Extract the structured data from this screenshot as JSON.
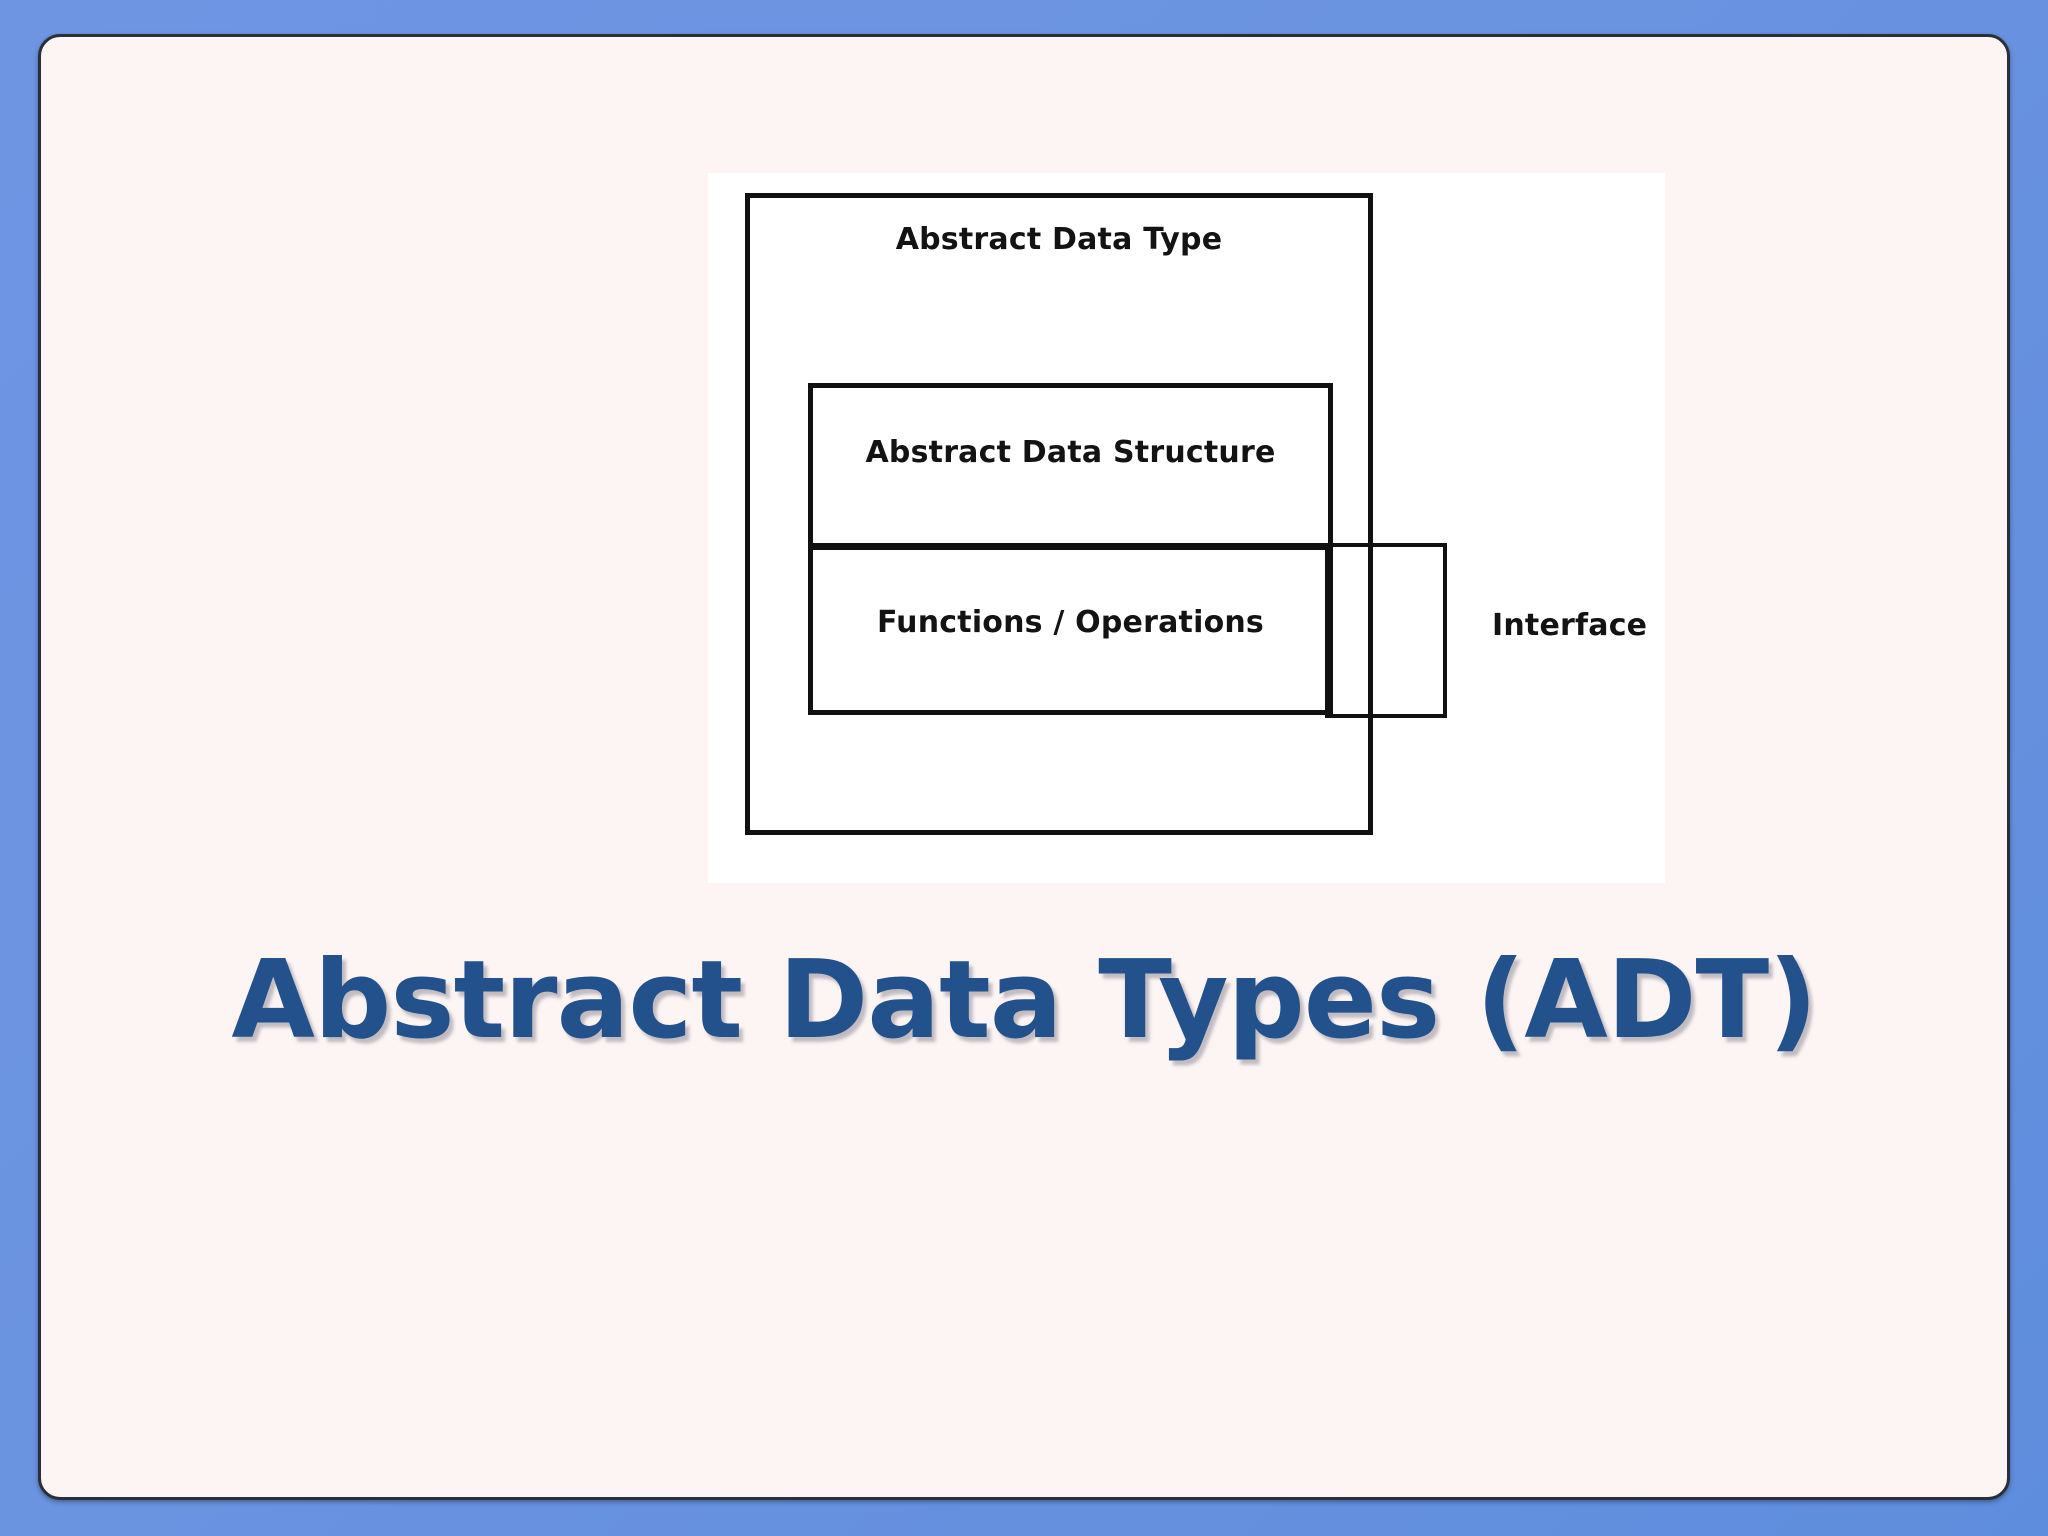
{
  "slide": {
    "title": "Abstract Data Types (ADT)",
    "title_color": "#23518b",
    "background_color": "#fdf4f4",
    "frame_color": "#6b95e0",
    "border_color": "#2a2f3a"
  },
  "diagram": {
    "type": "nested-box-diagram",
    "background_color": "#ffffff",
    "shadow_color": "#808080",
    "line_color": "#111111",
    "boxes": [
      {
        "name": "abstract-data-type",
        "label": "Abstract Data Type",
        "role": "outer-container",
        "has_shadow": true
      },
      {
        "name": "abstract-data-structure",
        "label": "Abstract Data Structure",
        "role": "inner-box",
        "has_shadow": false
      },
      {
        "name": "functions-operations",
        "label": "Functions / Operations",
        "role": "inner-box",
        "has_shadow": false
      },
      {
        "name": "interface",
        "label": "Interface",
        "role": "overlapping-box",
        "has_shadow": false
      }
    ],
    "labels": {
      "abstract_data_type": "Abstract Data Type",
      "abstract_data_structure": "Abstract Data Structure",
      "functions_operations": "Functions / Operations",
      "interface": "Interface"
    }
  }
}
